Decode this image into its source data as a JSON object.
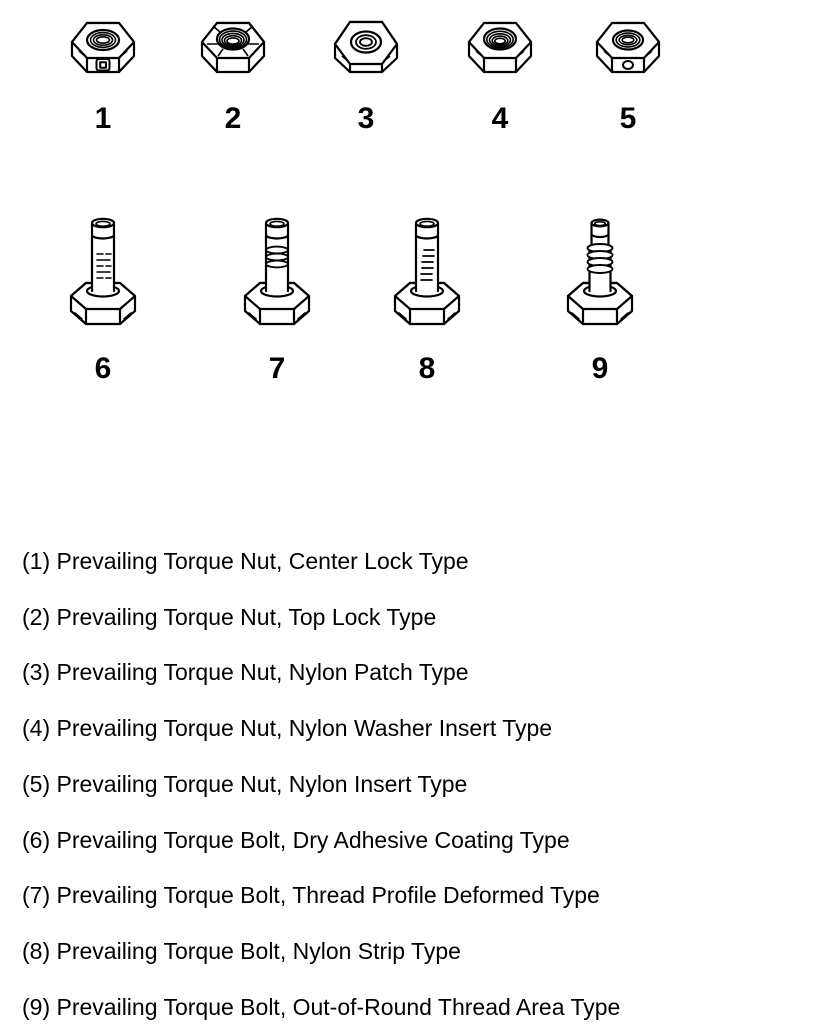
{
  "figures": {
    "nuts": [
      {
        "number": "1"
      },
      {
        "number": "2"
      },
      {
        "number": "3"
      },
      {
        "number": "4"
      },
      {
        "number": "5"
      }
    ],
    "bolts": [
      {
        "number": "6"
      },
      {
        "number": "7"
      },
      {
        "number": "8"
      },
      {
        "number": "9"
      }
    ]
  },
  "legend": {
    "items": [
      "(1) Prevailing Torque Nut, Center Lock Type",
      "(2) Prevailing Torque Nut, Top Lock Type",
      "(3) Prevailing Torque Nut, Nylon Patch Type",
      "(4) Prevailing Torque Nut, Nylon Washer Insert Type",
      "(5) Prevailing Torque Nut, Nylon Insert Type",
      "(6) Prevailing Torque Bolt, Dry Adhesive Coating Type",
      "(7) Prevailing Torque Bolt, Thread Profile Deformed Type",
      "(8) Prevailing Torque Bolt, Nylon Strip Type",
      "(9) Prevailing Torque Bolt, Out-of-Round Thread Area Type"
    ]
  },
  "colors": {
    "line": "#000000",
    "background": "#ffffff"
  }
}
